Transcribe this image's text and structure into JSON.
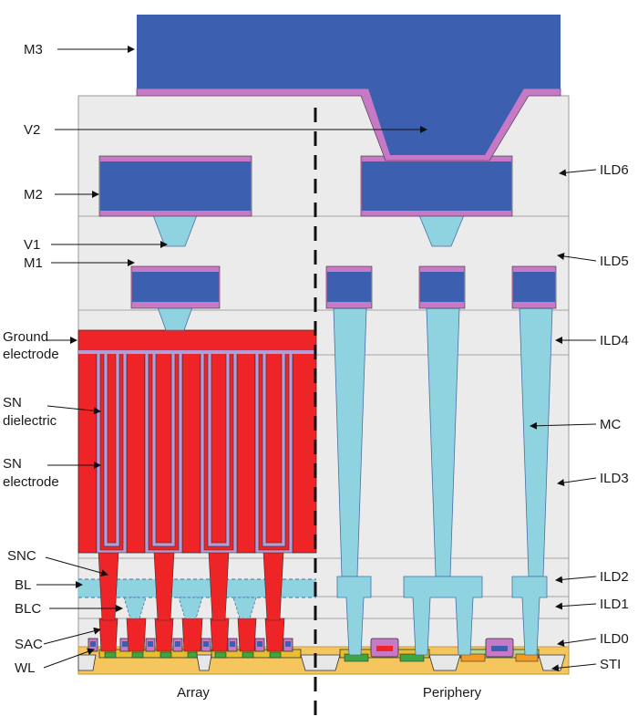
{
  "labels_left": {
    "m3": "M3",
    "v2": "V2",
    "m2": "M2",
    "v1": "V1",
    "m1": "M1",
    "ground_1": "Ground",
    "ground_2": "electrode",
    "sn_diel_1": "SN",
    "sn_diel_2": "dielectric",
    "sn_elec_1": "SN",
    "sn_elec_2": "electrode",
    "snc": "SNC",
    "bl": "BL",
    "blc": "BLC",
    "sac": "SAC",
    "wl": "WL"
  },
  "labels_right": {
    "ild6": "ILD6",
    "ild5": "ILD5",
    "ild4": "ILD4",
    "mc": "MC",
    "ild3": "ILD3",
    "ild2": "ILD2",
    "ild1": "ILD1",
    "ild0": "ILD0",
    "sti": "STI"
  },
  "regions": {
    "array": "Array",
    "periphery": "Periphery"
  },
  "colors": {
    "metal": "#3d5fb0",
    "liner": "#c879c6",
    "via": "#8fd3e0",
    "electrode": "#ee2426",
    "dielectric": "#b49bd9",
    "ild": "#ebebeb",
    "substrate": "#f5c65d",
    "active": "#e7bf2d",
    "contact_green": "#3fa540",
    "contact_orange": "#f39a23",
    "well_green": "#b6d68a"
  }
}
